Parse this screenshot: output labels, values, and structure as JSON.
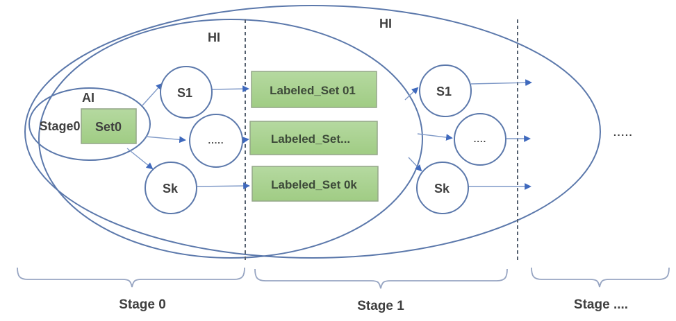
{
  "colors": {
    "shape_stroke": "#5b78ab",
    "arrow_line": "#7f99c7",
    "arrow_head": "#3f69bd",
    "green_fill_top": "#b5d9a0",
    "green_fill_bottom": "#a0cc84",
    "green_border": "#94a688",
    "dashed_line": "#55606f",
    "brace": "#97a5c2",
    "text": "#3f3f3f"
  },
  "stage0": {
    "hi_label": "HI",
    "ai_label": "AI",
    "ellipse_text": "Stage0",
    "set_box_label": "Set0",
    "circle_s1": "S1",
    "circle_dots": ".....",
    "circle_sk": "Sk",
    "labeled_set_1": "Labeled_Set 01",
    "labeled_set_dots": "Labeled_Set...",
    "labeled_set_k": "Labeled_Set 0k",
    "brace_label": "Stage 0"
  },
  "stage1": {
    "hi_label": "HI",
    "circle_s1": "S1",
    "circle_dots": "....",
    "circle_sk": "Sk",
    "brace_label": "Stage 1"
  },
  "future": {
    "dots": ".....",
    "brace_label": "Stage ...."
  }
}
